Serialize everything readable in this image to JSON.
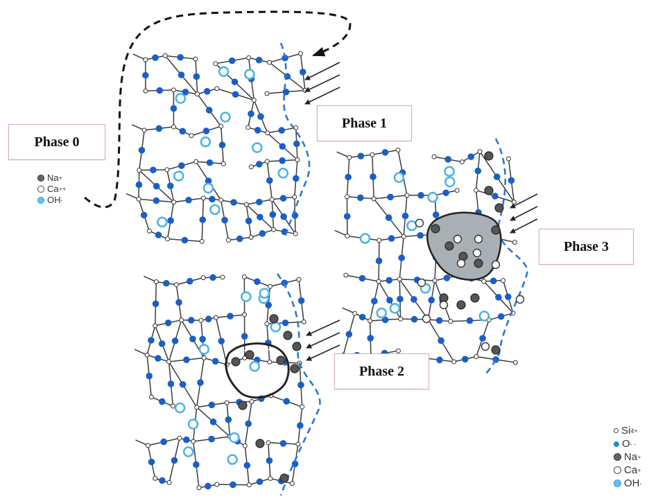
{
  "phases": {
    "phase0": "Phase 0",
    "phase1": "Phase 1",
    "phase2": "Phase 2",
    "phase3": "Phase 3"
  },
  "legend_left": [
    {
      "ion": "Na",
      "charge": "+",
      "swatch": "dark-gray-filled"
    },
    {
      "ion": "Ca",
      "charge": "++",
      "swatch": "open-circle"
    },
    {
      "ion": "OH",
      "charge": "-",
      "swatch": "light-blue-filled"
    }
  ],
  "legend_right": [
    {
      "ion": "Si",
      "charge": "4+",
      "swatch": "small-open-circle"
    },
    {
      "ion": "O",
      "charge": "- -",
      "swatch": "blue-dot"
    },
    {
      "ion": "Na",
      "charge": "+",
      "swatch": "dark-gray-filled"
    },
    {
      "ion": "Ca",
      "charge": "+",
      "swatch": "open-circle"
    },
    {
      "ion": "OH",
      "charge": "-",
      "swatch": "light-blue-filled"
    }
  ],
  "colors": {
    "oxygen": "#1a5fc8",
    "hydroxyl": "#4fb3e8",
    "sodium": "#555555",
    "silicon": "#ffffff",
    "bond": "#3a3a3a",
    "surface_dash": "#2a78d0",
    "label_border": "#d9a8a8",
    "gel_fill": "#a8b0b6"
  }
}
